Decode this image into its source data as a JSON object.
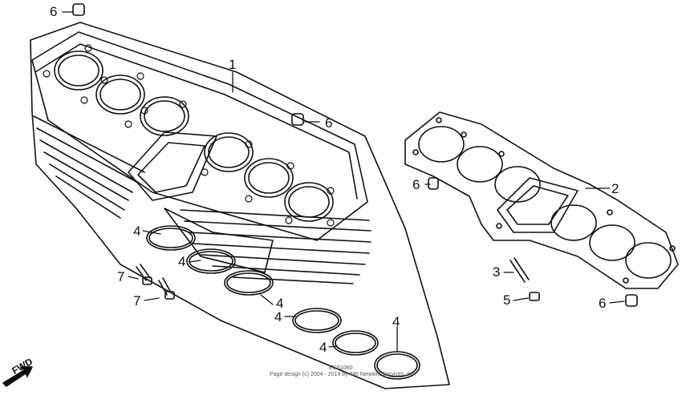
{
  "callouts": {
    "c1": "1",
    "c2": "2",
    "c3": "3",
    "c4a": "4",
    "c4b": "4",
    "c4c": "4",
    "c4d": "4",
    "c4e": "4",
    "c4f": "4",
    "c5": "5",
    "c6a": "6",
    "c6b": "6",
    "c6c": "6",
    "c6d": "6",
    "c7a": "7",
    "c7b": "7"
  },
  "direction": {
    "label": "FWD"
  },
  "footer": {
    "line1": "ESS1060",
    "line2": "Page design (c) 2004 - 2014 by ARI Network Services, Inc."
  },
  "colors": {
    "ink": "#111111"
  }
}
